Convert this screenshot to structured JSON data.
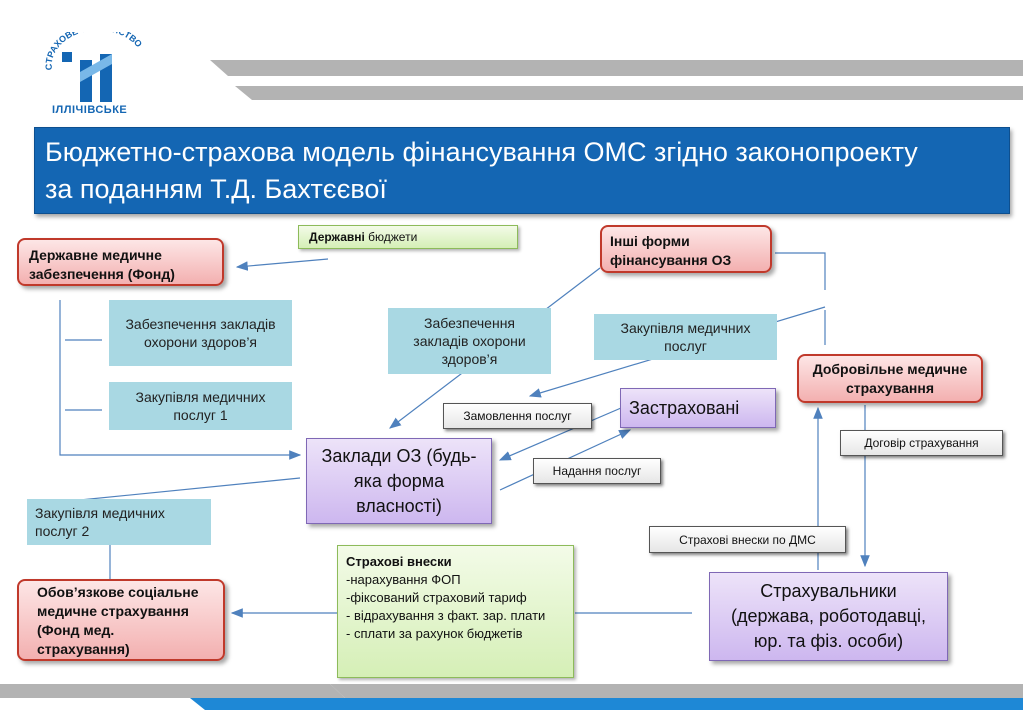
{
  "logo": {
    "arc_text": "СТРАХОВЕ ТОВАРИСТВО",
    "brand": "ІЛЛІЧІВСЬКЕ"
  },
  "title": {
    "line1": "Бюджетно-страхова модель фінансування ОМС згідно законопроекту",
    "line2": "за поданням Т.Д. Бахтєєвої"
  },
  "nodes": {
    "fund_state": "Державне медичне забезпечення (Фонд)",
    "state_budgets_bold": "Державні",
    "state_budgets_rest": " бюджети",
    "other_forms": "Інші форми фінансування ОЗ",
    "provision_left": "Забезпечення закладів охорони здоров’я",
    "purchase_1": "Закупівля медичних послуг 1",
    "provision_mid": "Забезпечення закладів охорони здоров’я",
    "purchase_right": "Закупівля медичних послуг",
    "voluntary": "Добровільне медичне страхування",
    "order_services": "Замовлення послуг",
    "insured": "Застраховані",
    "facilities": "Заклади ОЗ (будь-яка форма власності)",
    "provision_services": "Надання послуг",
    "insurance_contract": "Договір страхування",
    "purchase_2": "Закупівля медичних послуг 2",
    "dms_contributions": "Страхові внески по ДМС",
    "mandatory": "Обов’язкове соціальне медичне страхування (Фонд мед. страхування)",
    "insurers": "Страхувальники (держава, роботодавці, юр. та фіз. особи)"
  },
  "contributions": {
    "heading": "Страхові внески",
    "items": [
      "-нарахування ФОП",
      "-фіксований страховий тариф",
      "- відрахування з факт. зар. плати",
      "- сплати за рахунок бюджетів"
    ]
  },
  "colors": {
    "title_bg": "#1466b3",
    "accent_blue": "#1e88d6",
    "stripe_gray": "#b3b3b3",
    "arrow": "#4f81bd"
  }
}
